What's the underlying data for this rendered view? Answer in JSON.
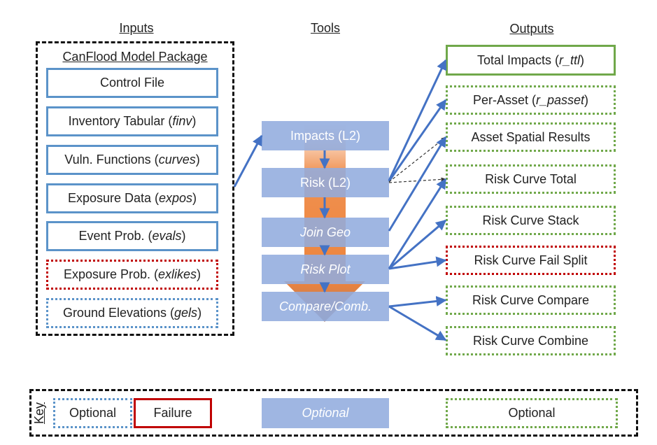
{
  "headers": {
    "inputs": "Inputs",
    "tools": "Tools",
    "outputs": "Outputs"
  },
  "package_title": "CanFlood Model Package",
  "inputs": [
    {
      "pre": "Control File",
      "it": "",
      "post": ""
    },
    {
      "pre": "Inventory Tabular (",
      "it": "finv",
      "post": ")"
    },
    {
      "pre": "Vuln. Functions (",
      "it": "curves",
      "post": ")"
    },
    {
      "pre": "Exposure Data (",
      "it": "expos",
      "post": ")"
    },
    {
      "pre": "Event Prob. (",
      "it": "evals",
      "post": ")"
    },
    {
      "pre": "Exposure Prob. (",
      "it": "exlikes",
      "post": ")"
    },
    {
      "pre": "Ground Elevations (",
      "it": "gels",
      "post": ")"
    }
  ],
  "tools": [
    {
      "label": "Impacts (L2)"
    },
    {
      "label": "Risk (L2)"
    },
    {
      "label": "Join Geo"
    },
    {
      "label": "Risk Plot"
    },
    {
      "label": "Compare/Comb."
    }
  ],
  "outputs": [
    {
      "pre": "Total Impacts (",
      "it": "r_ttl",
      "post": ")"
    },
    {
      "pre": "Per-Asset (",
      "it": "r_passet",
      "post": ")"
    },
    {
      "pre": "Asset Spatial Results",
      "it": "",
      "post": ""
    },
    {
      "pre": "Risk Curve Total",
      "it": "",
      "post": ""
    },
    {
      "pre": "Risk Curve Stack",
      "it": "",
      "post": ""
    },
    {
      "pre": "Risk Curve Fail Split",
      "it": "",
      "post": ""
    },
    {
      "pre": "Risk Curve Compare",
      "it": "",
      "post": ""
    },
    {
      "pre": "Risk Curve Combine",
      "it": "",
      "post": ""
    }
  ],
  "key": {
    "title": "Key",
    "optional_input": "Optional",
    "failure": "Failure",
    "optional_tool": "Optional",
    "optional_output": "Optional"
  },
  "colors": {
    "arrow_blue": "#4472c4",
    "tool_fill": "#92acde",
    "orange_arrow": "#ed7d31",
    "input_blue": "#5b93c9",
    "failure_red": "#c00000",
    "output_green": "#70a84a"
  }
}
